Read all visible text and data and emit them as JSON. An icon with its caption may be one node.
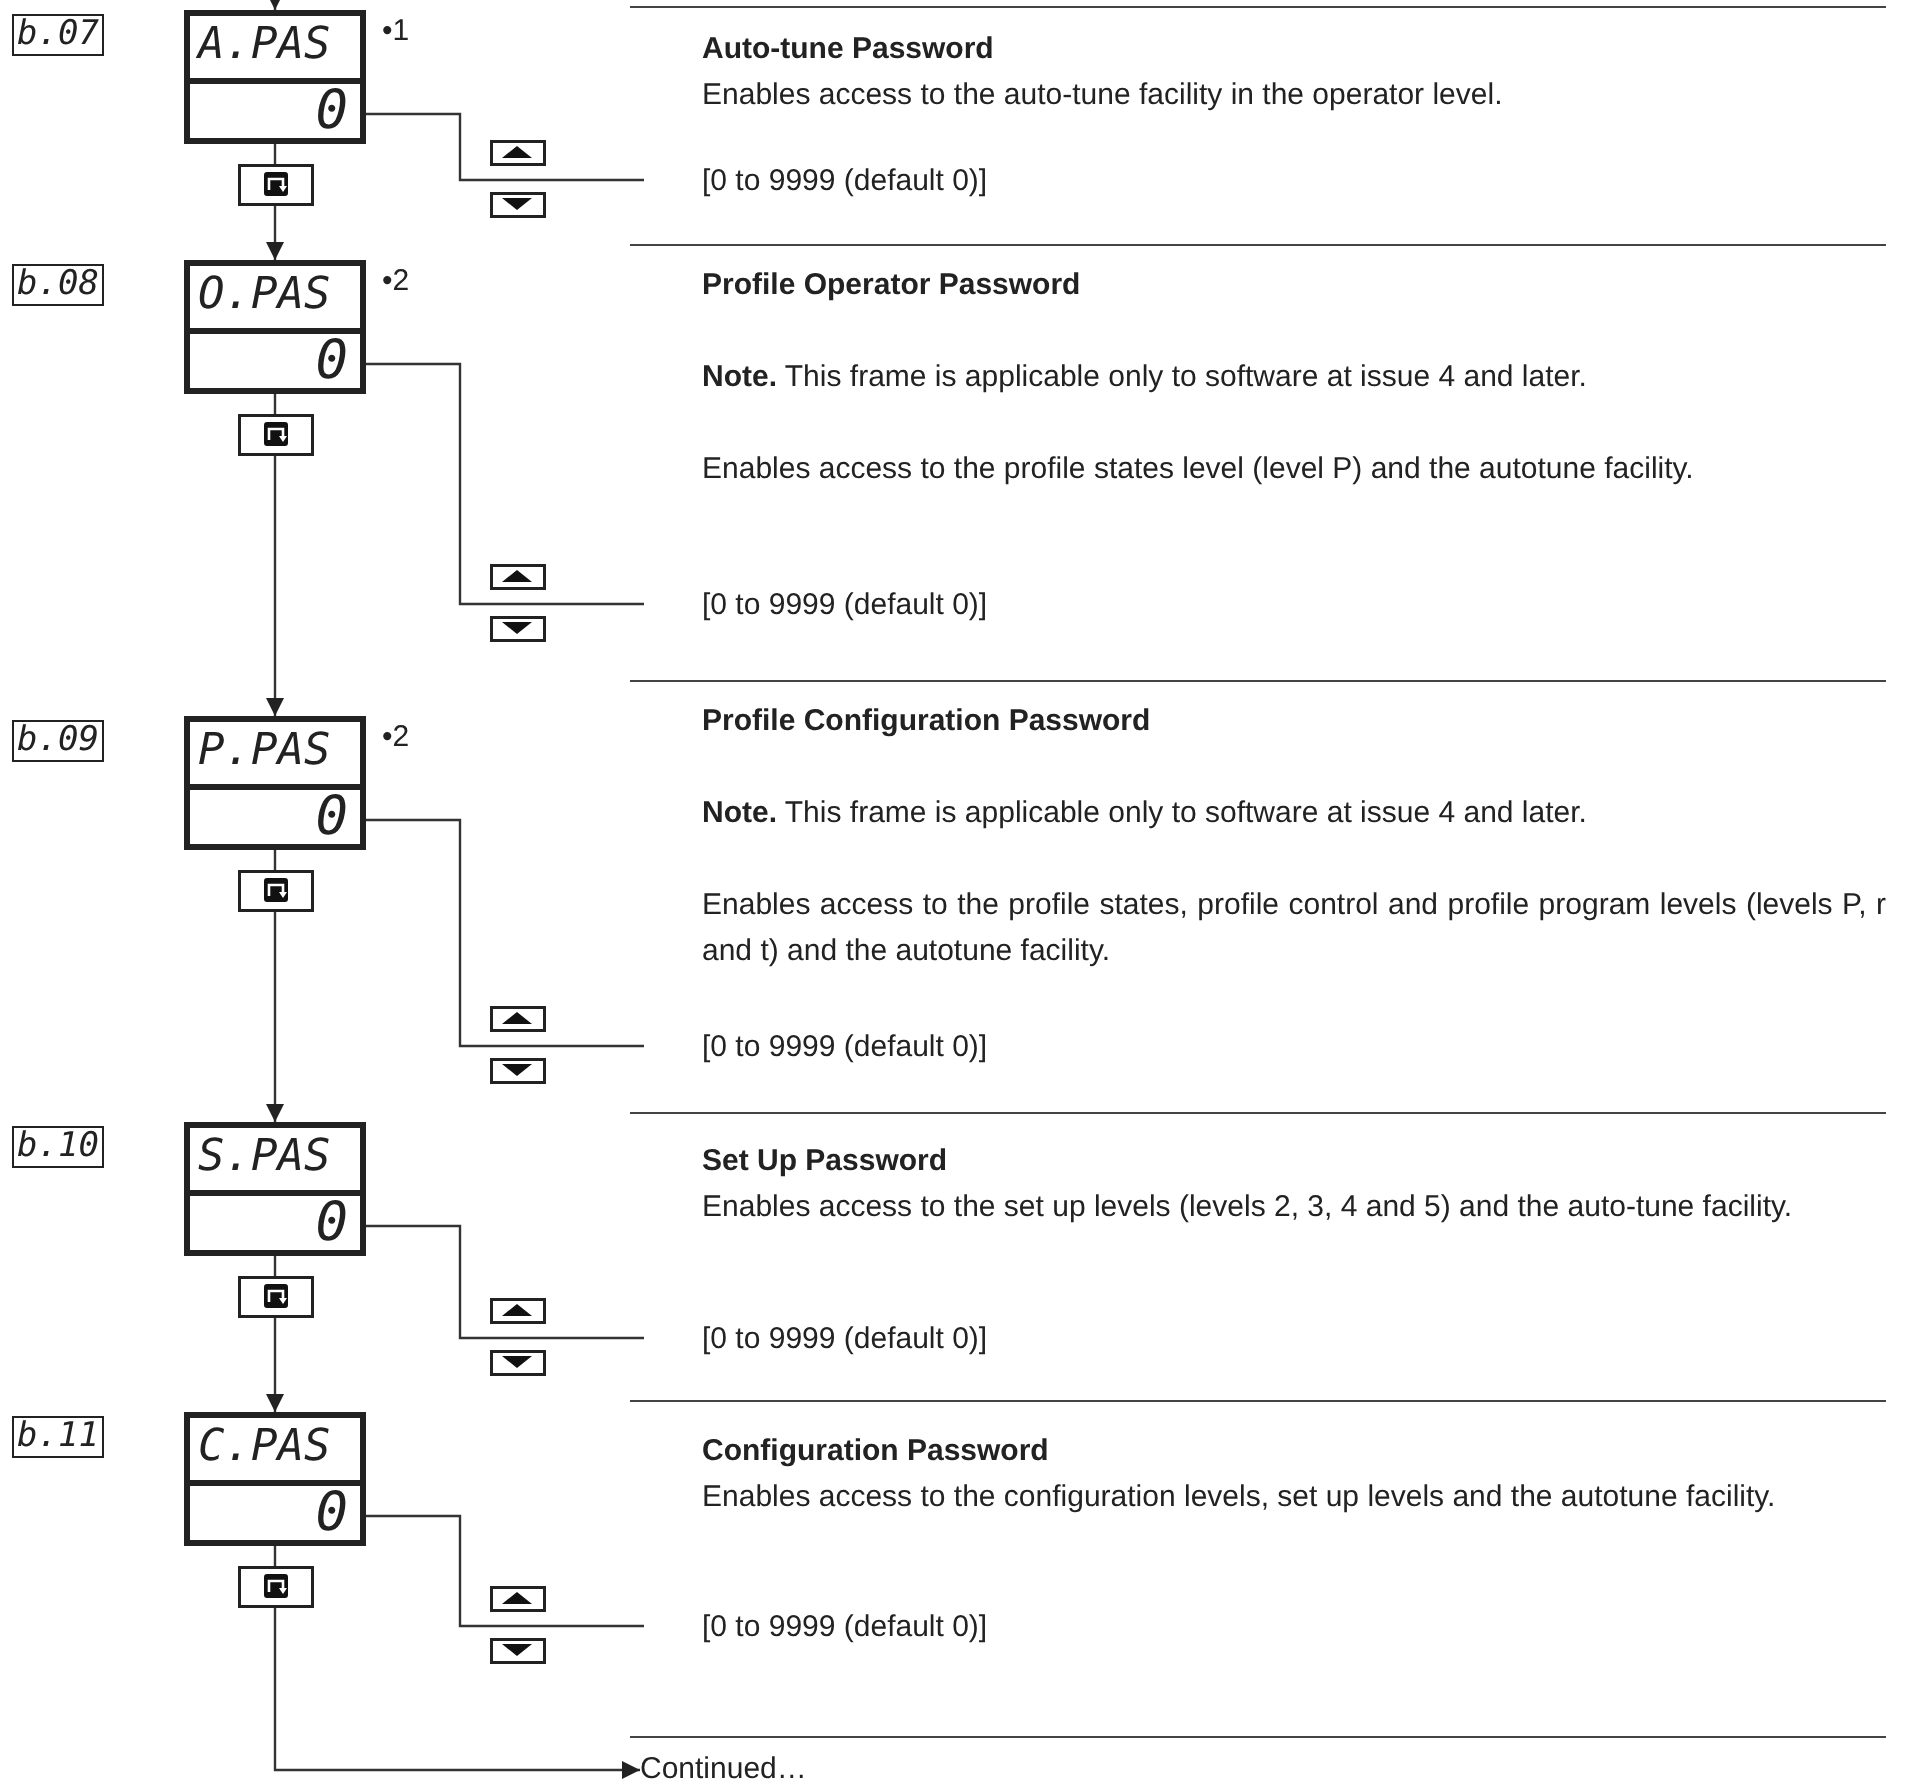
{
  "diagram": {
    "nodes": [
      {
        "text": [
          "b.07"
        ]
      },
      {
        "text": [
          "A.PAS",
          "0"
        ],
        "beside": [
          "•1"
        ]
      },
      {
        "text": [
          "Auto-tune Password",
          "Enables access to the auto-tune facility in the operator level.",
          "[0 to 9999 (default 0)]"
        ]
      },
      {
        "text": [
          "b.08"
        ]
      },
      {
        "text": [
          "O.PAS",
          "0"
        ],
        "beside": [
          "•2"
        ]
      },
      {
        "text": [
          "Profile Operator Password",
          "**Note.** This frame is applicable only to software at issue 4 and later.",
          "Enables access to the profile states level (level P) and the autotune facility.",
          "[0 to 9999 (default 0)]"
        ]
      },
      {
        "text": [
          "b.09"
        ]
      },
      {
        "text": [
          "P.PAS",
          "0"
        ],
        "beside": [
          "•2"
        ]
      },
      {
        "text": [
          "Profile Configuration Password",
          "**Note.** This frame is applicable only to software at issue 4 and later.",
          "Enables access to the profile states, profile control and profile program levels (levels P, r and t) and the autotune facility.",
          "[0 to 9999 (default 0)]"
        ]
      },
      {
        "text": [
          "b.10"
        ]
      },
      {
        "text": [
          "S.PAS",
          "0"
        ]
      },
      {
        "text": [
          "Set Up Password",
          "Enables access to the set up levels (levels 2, 3, 4 and 5) and the auto-tune facility.",
          "[0 to 9999 (default 0)]"
        ]
      },
      {
        "text": [
          "b.11"
        ]
      },
      {
        "text": [
          "C.PAS",
          "0"
        ]
      },
      {
        "text": [
          "Configuration Password",
          "Enables access to the configuration levels, set up levels and the autotune facility.",
          "[0 to 9999 (default 0)]"
        ]
      },
      {
        "text": [
          "Continued…"
        ]
      }
    ],
    "edges": [
      {
        "from": null,
        "to": 1,
        "arrow": "to"
      },
      {
        "from": 1,
        "to": 2,
        "arrow": "none"
      },
      {
        "from": 1,
        "to": 4,
        "arrow": "to"
      },
      {
        "from": 4,
        "to": 5,
        "arrow": "none"
      },
      {
        "from": 4,
        "to": 7,
        "arrow": "to"
      },
      {
        "from": 7,
        "to": 8,
        "arrow": "none"
      },
      {
        "from": 7,
        "to": 10,
        "arrow": "to"
      },
      {
        "from": 10,
        "to": 11,
        "arrow": "none"
      },
      {
        "from": 10,
        "to": 13,
        "arrow": "to"
      },
      {
        "from": 13,
        "to": 14,
        "arrow": "none"
      },
      {
        "from": 13,
        "to": 15,
        "arrow": "to"
      }
    ]
  }
}
